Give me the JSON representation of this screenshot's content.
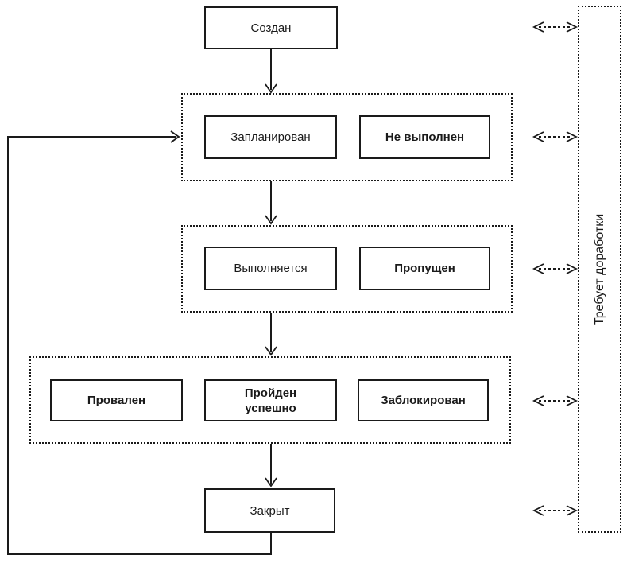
{
  "diagram": {
    "colors": {
      "line": "#1a1a1a",
      "background": "#ffffff",
      "node_fill": "#ffffff"
    },
    "nodes": {
      "created": {
        "label": "Создан",
        "emphasis": "normal"
      },
      "planned": {
        "label": "Запланирован",
        "emphasis": "normal"
      },
      "not_executed": {
        "label": "Не выполнен",
        "emphasis": "bold"
      },
      "in_progress": {
        "label": "Выполняется",
        "emphasis": "normal"
      },
      "skipped": {
        "label": "Пропущен",
        "emphasis": "bold"
      },
      "failed": {
        "label": "Провален",
        "emphasis": "bold"
      },
      "passed": {
        "label": "Пройден успешно",
        "emphasis": "bold"
      },
      "blocked": {
        "label": "Заблокирован",
        "emphasis": "bold"
      },
      "closed": {
        "label": "Закрыт",
        "emphasis": "normal"
      },
      "rework": {
        "label": "Требует доработки",
        "emphasis": "normal"
      }
    },
    "edges": [
      {
        "from": "Создан",
        "to": "Запланирован | Не выполнен",
        "style": "solid-arrow"
      },
      {
        "from": "Запланирован | Не выполнен",
        "to": "Выполняется | Пропущен",
        "style": "solid-arrow"
      },
      {
        "from": "Выполняется | Пропущен",
        "to": "Провален | Пройден успешно | Заблокирован",
        "style": "solid-arrow"
      },
      {
        "from": "Провален | Пройден успешно | Заблокирован",
        "to": "Закрыт",
        "style": "solid-arrow"
      },
      {
        "from": "Закрыт",
        "to": "Запланирован | Не выполнен",
        "style": "solid-arrow-feedback-loop"
      },
      {
        "from": "Создан",
        "to": "Требует доработки",
        "style": "dashed-double-arrow"
      },
      {
        "from": "Запланирован | Не выполнен",
        "to": "Требует доработки",
        "style": "dashed-double-arrow"
      },
      {
        "from": "Выполняется | Пропущен",
        "to": "Требует доработки",
        "style": "dashed-double-arrow"
      },
      {
        "from": "Провален | Пройден успешно | Заблокирован",
        "to": "Требует доработки",
        "style": "dashed-double-arrow"
      },
      {
        "from": "Закрыт",
        "to": "Требует доработки",
        "style": "dashed-double-arrow"
      }
    ]
  }
}
